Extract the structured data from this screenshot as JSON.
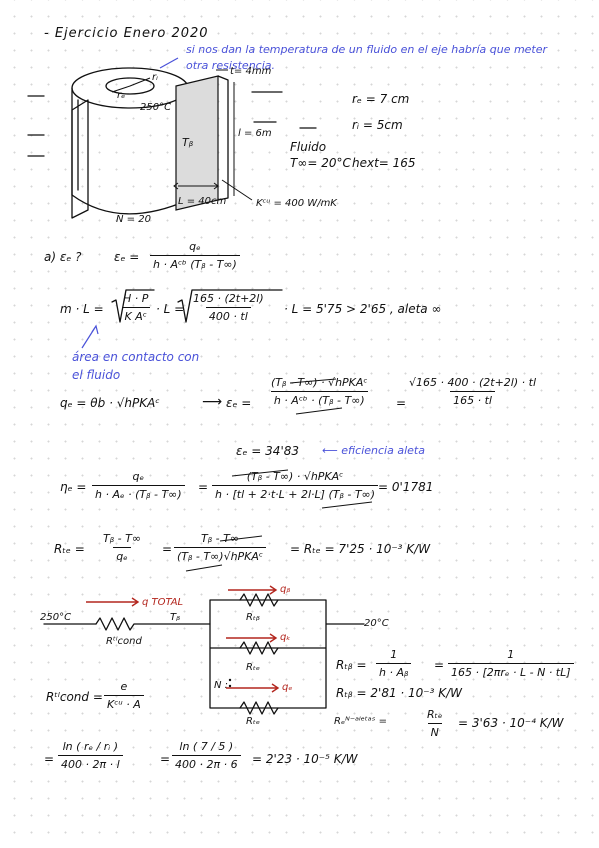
{
  "title": "- Ejercicio Enero 2020",
  "blue_note": "si nos dan la temperatura de un fluido en el eje habría que meter otra resistencia.",
  "figure": {
    "t": "t= 4mm",
    "re": "rₑ",
    "ri": "rᵢ",
    "base_temp": "250°C",
    "tb": "Tᵦ",
    "l": "l = 6m",
    "L": "L = 40cm",
    "kcu": "Kᶜᵘ = 400 W/mK",
    "n": "N = 20"
  },
  "data": {
    "re": "rₑ = 7 cm",
    "ri": "rᵢ = 5cm",
    "fluid": "Fluido",
    "tinf": "T∞= 20°C",
    "h": "hext= 165"
  },
  "part_a": {
    "label": "a) εₑ ?",
    "ef_lhs": "εₑ =",
    "ef_num": "qₑ",
    "ef_den": "h · Aᶜᵇ (Tᵦ - T∞)",
    "ml_lhs": "m · L =",
    "ml_sqrt1_num": "H · P",
    "ml_sqrt1_den": "K Aᶜ",
    "ml_mid": "· L =",
    "ml_sqrt2_num": "165 · (2t+2l)",
    "ml_sqrt2_den": "400 · tl",
    "ml_rhs": "· L = 5'75 > 2'65 , aleta ∞",
    "area_note": "área en contacto con el fluido",
    "qf": "qₑ = θb · √hPKAᶜ",
    "arrow": "⟶",
    "ef2_lhs": "εₑ =",
    "ef2_num": "(Tᵦ - T∞) · √hPKAᶜ",
    "ef2_den": "h ·  Aᶜᵇ · (Tᵦ - T∞)",
    "ef2_eq": "=",
    "ef2_rnum": "√165 · 400 · (2t+2l) · tl",
    "ef2_rden": "165 · tl",
    "ef_value": "εₑ = 34'83",
    "ef_note": "⟵ eficiencia aleta",
    "eta_lhs": "ηₑ =",
    "eta_num": "qₑ",
    "eta_den": "h · Aₑ · (Tᵦ - T∞)",
    "eta_eq": "=",
    "eta_num2": "(Tᵦ - T∞) · √hPKAᶜ",
    "eta_den2": "h · [tl + 2·t·L + 2l·L] (Tᵦ - T∞)",
    "eta_val": "= 0'1781",
    "rtf_lhs": "Rₜₑ =",
    "rtf_num": "Tᵦ - T∞",
    "rtf_den": "qₑ",
    "rtf_eq": "=",
    "rtf_num2": "Tᵦ - T∞",
    "rtf_den2": "(Tᵦ - T∞)√hPKAᶜ",
    "rtf_val": "= Rₜₑ = 7'25 · 10⁻³ K/W"
  },
  "circuit": {
    "q_total": "q TOTAL",
    "t250": "250°C",
    "tb": "Tᵦ",
    "t20": "20°C",
    "rcond": "Rᵗˡcond",
    "qb": "qᵦ",
    "rtb": "Rₜᵦ",
    "qk": "qₖ",
    "rtf": "Rₜₑ",
    "qf": "qₑ",
    "n": "N :",
    "rtf2": "Rₜₑ"
  },
  "rtb": {
    "lhs": "Rₜᵦ =",
    "num": "1",
    "den": "h ·  Aᵦ",
    "eq": "=",
    "num2": "1",
    "den2": "165 · [2πrₑ · L - N · tL]",
    "val": "Rₜᵦ = 2'81 · 10⁻³ K/W",
    "rf_lhs": "Rₑᴺ⁻ᵃˡᵉᵗᵃˢ =",
    "rf_num": "Rₜₑ",
    "rf_den": "N",
    "rf_val": "= 3'63 · 10⁻⁴ K/W"
  },
  "rcond": {
    "lhs": "Rᵗˡcond =",
    "num": "e",
    "den": "Kᶜᵘ ·  A",
    "eq": "=",
    "num1": "ln ( rₑ / rᵢ )",
    "den1": "400 · 2π · l",
    "eq2": "=",
    "num2": "ln ( 7 / 5 )",
    "den2": "400 · 2π · 6",
    "val": "= 2'23 · 10⁻⁵ K/W"
  }
}
